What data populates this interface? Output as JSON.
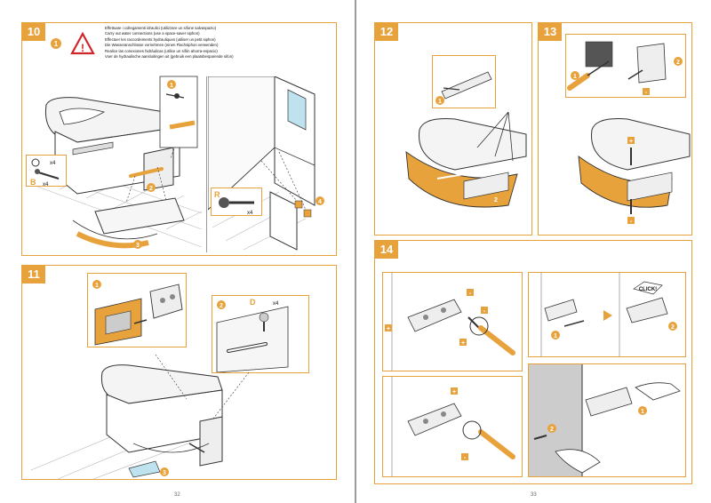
{
  "left_page": {
    "page_number": "32",
    "step10": {
      "number": "10",
      "warning_marker": "1",
      "instructions": [
        "Effettuare i collegamenti idraulici (utilizzare un sifone salvaspazio)",
        "Carry out water connections (use a space-saver siphon)",
        "Effectuer les raccordements hydrauliques (utiliser un petit siphon)",
        "Die Wasseranschlüsse vornehmen (einen Flachsiphon verwenden)",
        "Realice las conexiones hidráulicas (utilice un sifón ahorra-espacio)",
        "Voer de hydraulische aansluitingen uit (gebruik een plaatsbesparende sifon)"
      ],
      "part_b_letter": "B",
      "part_b_qty_1": "x4",
      "part_b_qty_2": "x4",
      "part_r_letter": "R",
      "part_r_qty": "x4",
      "callouts": [
        "1",
        "2",
        "3",
        "4"
      ]
    },
    "step11": {
      "number": "11",
      "part_d_letter": "D",
      "part_d_qty": "x4",
      "callouts": [
        "1",
        "2",
        "3"
      ]
    }
  },
  "right_page": {
    "page_number": "33",
    "step12": {
      "number": "12",
      "callouts": [
        "1",
        "2"
      ]
    },
    "step13": {
      "number": "13",
      "callouts": [
        "1",
        "2"
      ],
      "plus": "+",
      "minus": "-"
    },
    "step14": {
      "number": "14",
      "plus": "+",
      "minus": "-",
      "click_text": "CLICK!",
      "callouts": [
        "1",
        "2"
      ]
    }
  },
  "colors": {
    "accent": "#e8a23c",
    "line": "#333333",
    "spine": "#9a9a9a"
  }
}
